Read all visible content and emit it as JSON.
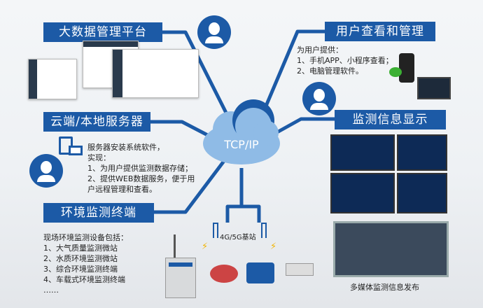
{
  "labels": {
    "platform": "大数据管理平台",
    "user_view": "用户查看和管理",
    "server": "云端/本地服务器",
    "display": "监测信息显示",
    "terminal": "环境监测终端"
  },
  "cloud": {
    "text": "TCP/IP"
  },
  "user_text": [
    "为用户提供：",
    "1、手机APP、小程序查看；",
    "2、电脑管理软件。"
  ],
  "server_text": [
    "服务器安装系统软件，",
    "实现：",
    "1、为用户提供监测数据存储；",
    "2、提供WEB数据服务，便于用",
    "户远程管理和查看。"
  ],
  "terminal_text": [
    "现场环境监测设备包括：",
    "1、大气质量监测微站",
    "2、水质环境监测微站",
    "3、综合环境监测终端",
    "4、车载式环境监测终端",
    "……"
  ],
  "base_station": "4G/5G基站",
  "display_caption": "多媒体监测信息发布",
  "colors": {
    "primary": "#1c5aa6",
    "cloud": "#7fb0e0"
  }
}
